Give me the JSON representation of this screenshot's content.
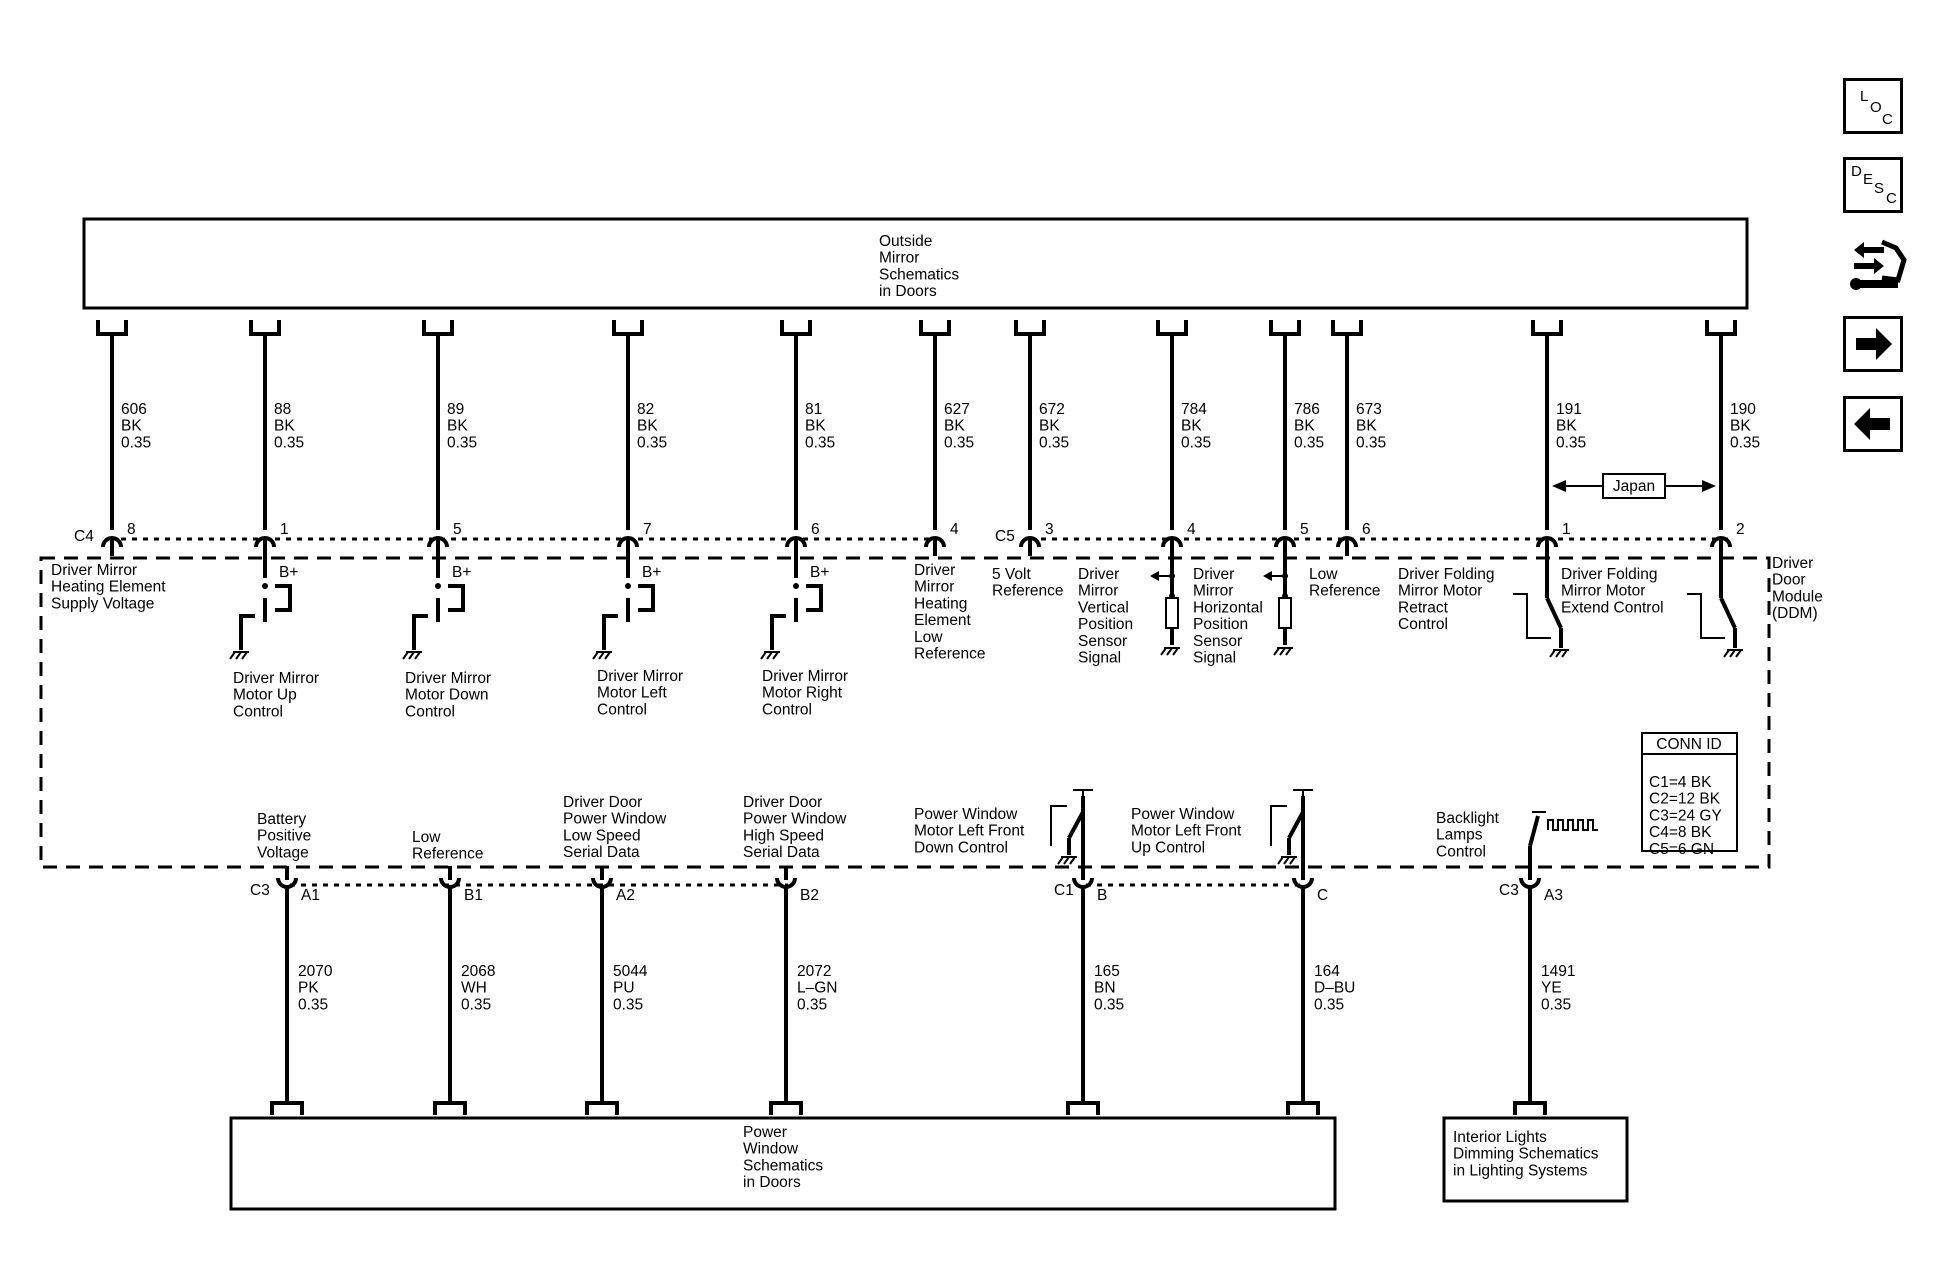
{
  "nav": {
    "loc": [
      "L",
      "O",
      "C"
    ],
    "desc": [
      "D",
      "E",
      "S",
      "C"
    ]
  },
  "boxes": {
    "top": [
      "Outside",
      "Mirror",
      "Schematics",
      "in Doors"
    ],
    "bottom_left": [
      "Power",
      "Window",
      "Schematics",
      "in Doors"
    ],
    "bottom_right": [
      "Interior Lights",
      "Dimming Schematics",
      "in Lighting Systems"
    ]
  },
  "module": [
    "Driver",
    "Door",
    "Module",
    "(DDM)"
  ],
  "japan": "Japan",
  "conn_id": {
    "title": "CONN ID",
    "items": [
      "C1=4 BK",
      "C2=12 BK",
      "C3=24 GY",
      "C4=8 BK",
      "C5=6 GN"
    ]
  },
  "connectors": {
    "top_a": "C4",
    "top_b": "C5",
    "bot_a": "C3",
    "bot_b": "C1",
    "bot_c": "C3"
  },
  "top_wires": [
    {
      "circuit": "606",
      "color": "BK",
      "size": "0.35",
      "pin": "8"
    },
    {
      "circuit": "88",
      "color": "BK",
      "size": "0.35",
      "pin": "1"
    },
    {
      "circuit": "89",
      "color": "BK",
      "size": "0.35",
      "pin": "5"
    },
    {
      "circuit": "82",
      "color": "BK",
      "size": "0.35",
      "pin": "7"
    },
    {
      "circuit": "81",
      "color": "BK",
      "size": "0.35",
      "pin": "6"
    },
    {
      "circuit": "627",
      "color": "BK",
      "size": "0.35",
      "pin": "4"
    },
    {
      "circuit": "672",
      "color": "BK",
      "size": "0.35",
      "pin": "3"
    },
    {
      "circuit": "784",
      "color": "BK",
      "size": "0.35",
      "pin": "4"
    },
    {
      "circuit": "786",
      "color": "BK",
      "size": "0.35",
      "pin": "5"
    },
    {
      "circuit": "673",
      "color": "BK",
      "size": "0.35",
      "pin": "6"
    },
    {
      "circuit": "191",
      "color": "BK",
      "size": "0.35",
      "pin": "1"
    },
    {
      "circuit": "190",
      "color": "BK",
      "size": "0.35",
      "pin": "2"
    }
  ],
  "bottom_wires": [
    {
      "circuit": "2070",
      "color": "PK",
      "size": "0.35",
      "pin": "A1"
    },
    {
      "circuit": "2068",
      "color": "WH",
      "size": "0.35",
      "pin": "B1"
    },
    {
      "circuit": "5044",
      "color": "PU",
      "size": "0.35",
      "pin": "A2"
    },
    {
      "circuit": "2072",
      "color": "L–GN",
      "size": "0.35",
      "pin": "B2"
    },
    {
      "circuit": "165",
      "color": "BN",
      "size": "0.35",
      "pin": "B"
    },
    {
      "circuit": "164",
      "color": "D–BU",
      "size": "0.35",
      "pin": "C"
    },
    {
      "circuit": "1491",
      "color": "YE",
      "size": "0.35",
      "pin": "A3"
    }
  ],
  "bplus": "B+",
  "top_labels": [
    [
      "Driver Mirror",
      "Heating Element",
      "Supply Voltage"
    ],
    [
      "Driver Mirror",
      "Motor Up",
      "Control"
    ],
    [
      "Driver Mirror",
      "Motor Down",
      "Control"
    ],
    [
      "Driver Mirror",
      "Motor Left",
      "Control"
    ],
    [
      "Driver Mirror",
      "Motor Right",
      "Control"
    ],
    [
      "Driver",
      "Mirror",
      "Heating",
      "Element",
      "Low",
      "Reference"
    ],
    [
      "5 Volt",
      "Reference"
    ],
    [
      "Driver",
      "Mirror",
      "Vertical",
      "Position",
      "Sensor",
      "Signal"
    ],
    [
      "Driver",
      "Mirror",
      "Horizontal",
      "Position",
      "Sensor",
      "Signal"
    ],
    [
      "Low",
      "Reference"
    ],
    [
      "Driver Folding",
      "Mirror Motor",
      "Retract",
      "Control"
    ],
    [
      "Driver Folding",
      "Mirror Motor",
      "Extend Control"
    ]
  ],
  "bottom_labels": [
    [
      "Battery",
      "Positive",
      "Voltage"
    ],
    [
      "Low",
      "Reference"
    ],
    [
      "Driver Door",
      "Power Window",
      "Low Speed",
      "Serial Data"
    ],
    [
      "Driver Door",
      "Power Window",
      "High Speed",
      "Serial Data"
    ],
    [
      "Power Window",
      "Motor Left Front",
      "Down Control"
    ],
    [
      "Power Window",
      "Motor Left Front",
      "Up Control"
    ],
    [
      "Backlight",
      "Lamps",
      "Control"
    ]
  ]
}
